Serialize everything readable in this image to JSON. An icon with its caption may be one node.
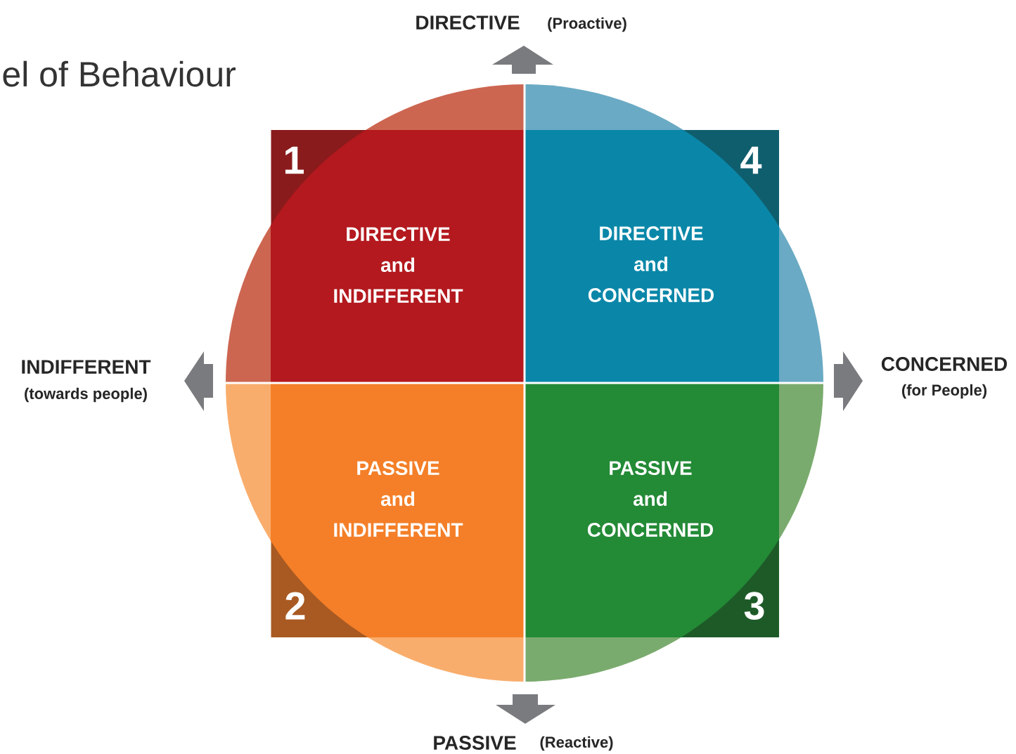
{
  "diagram": {
    "title": "el of Behaviour",
    "nodes": [
      {
        "text": [
          "DIRECTIVE and INDIFFERENT",
          "1"
        ]
      },
      {
        "text": [
          "DIRECTIVE and CONCERNED",
          "4"
        ]
      },
      {
        "text": [
          "PASSIVE and INDIFFERENT",
          "2"
        ]
      },
      {
        "text": [
          "PASSIVE and CONCERNED",
          "3"
        ]
      }
    ],
    "labels": [
      "DIRECTIVE",
      "(Proactive)",
      "INDIFFERENT",
      "(towards people)",
      "CONCERNED",
      "(for People)",
      "PASSIVE",
      "(Reactive)"
    ]
  }
}
